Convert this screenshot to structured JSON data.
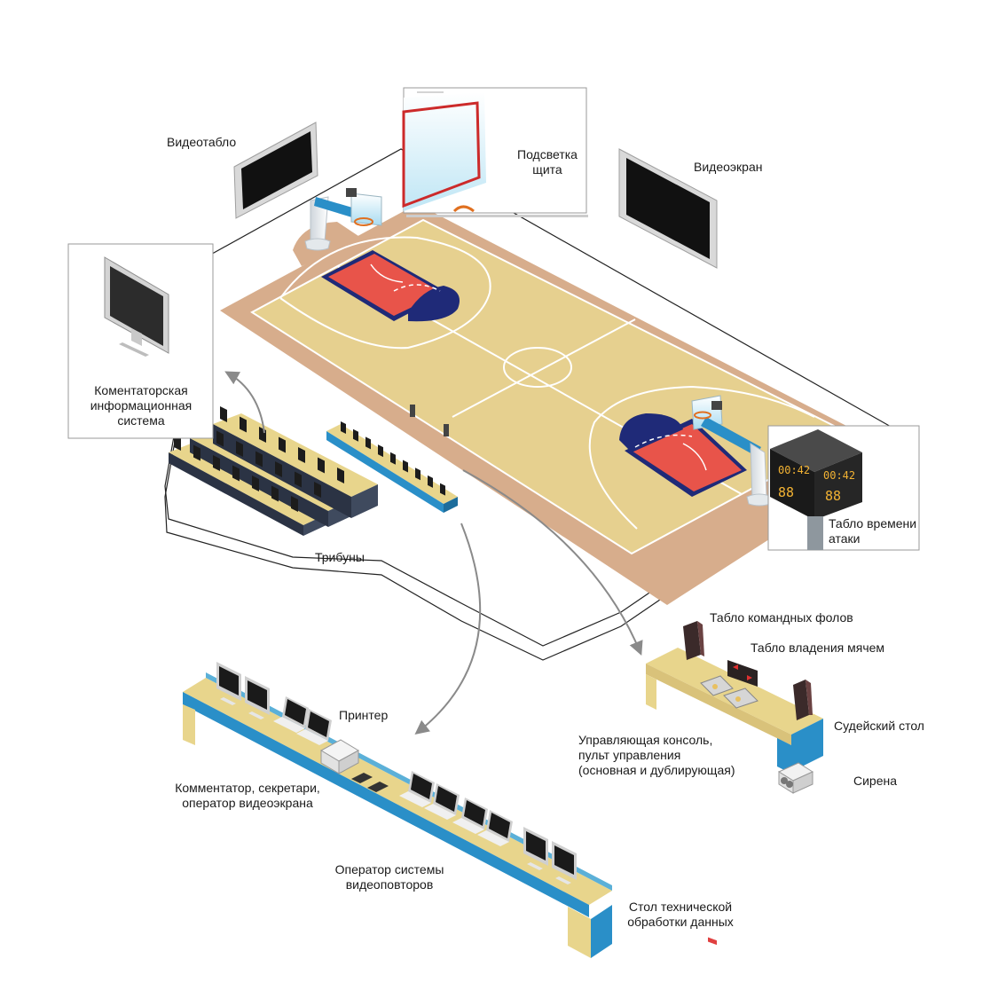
{
  "labels": {
    "videotablo": "Видеотабло",
    "videoscreen": "Видеоэкран",
    "backboard_light_1": "Подсветка",
    "backboard_light_2": "щита",
    "commentator_info_1": "Коментаторская",
    "commentator_info_2": "информационная",
    "commentator_info_3": "система",
    "shot_clock_1": "Табло времени",
    "shot_clock_2": "атаки",
    "stands": "Трибуны",
    "team_fouls": "Табло командных фолов",
    "possession": "Табло владения мячем",
    "judges_table": "Судейский стол",
    "console_1": "Управляющая консоль,",
    "console_2": "пульт управления",
    "console_3": "(основная и дублирующая)",
    "siren": "Сирена",
    "printer": "Принтер",
    "commentator_1": "Комментатор, секретари,",
    "commentator_2": "оператор видеоэкрана",
    "replay_1": "Оператор системы",
    "replay_2": "видеоповторов",
    "tech_table_1": "Стол технической",
    "tech_table_2": "обработки данных"
  },
  "shot_clock": {
    "time_left": "00:42",
    "time_right": "00:42",
    "digits": "88"
  },
  "colors": {
    "court_wood": "#e6d08f",
    "court_border": "#d7ad8c",
    "paint": "#e8544a",
    "navy": "#1f2a78",
    "table_top": "#e8d58c",
    "table_blue": "#2a8fc8",
    "screen": "#111111",
    "frame": "#e2e2e2",
    "arrow": "#8a8a8a"
  }
}
